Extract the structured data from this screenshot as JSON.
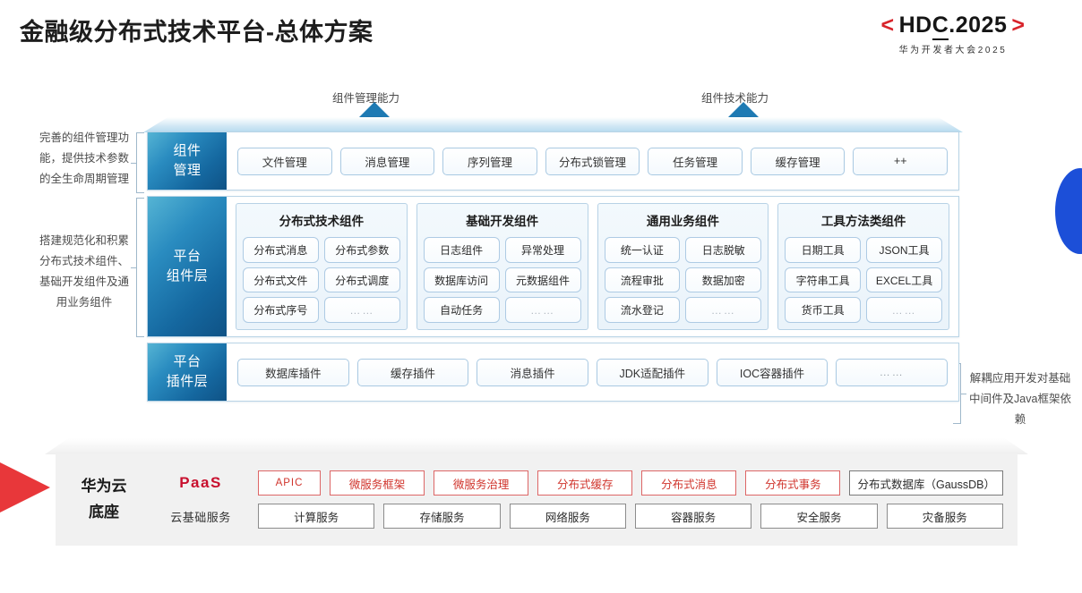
{
  "header": {
    "title": "金融级分布式技术平台-总体方案",
    "logo_bracket_left": "<",
    "logo_bracket_right": ">",
    "logo_main_a": "HD",
    "logo_main_c": "C",
    "logo_main_b": ".2025",
    "logo_sub": "华为开发者大会2025"
  },
  "arrows": [
    {
      "label": "组件管理能力",
      "name": "component-management-capability"
    },
    {
      "label": "组件技术能力",
      "name": "component-technology-capability"
    }
  ],
  "notes": {
    "left_1": "完善的组件管理功能，提供技术参数的全生命周期管理",
    "left_2": "搭建规范化和积累分布式技术组件、基础开发组件及通用业务组件",
    "right_1": "解耦应用开发对基础中间件及Java框架依赖"
  },
  "layers": [
    {
      "tag_line1": "组件",
      "tag_line2": "管理",
      "chips": [
        "文件管理",
        "消息管理",
        "序列管理",
        "分布式锁管理",
        "任务管理",
        "缓存管理",
        "++"
      ]
    },
    {
      "tag_line1": "平台",
      "tag_line2": "组件层",
      "groups": [
        {
          "title": "分布式技术组件",
          "rows": [
            [
              "分布式消息",
              "分布式参数"
            ],
            [
              "分布式文件",
              "分布式调度"
            ],
            [
              "分布式序号",
              "……"
            ]
          ]
        },
        {
          "title": "基础开发组件",
          "rows": [
            [
              "日志组件",
              "异常处理"
            ],
            [
              "数据库访问",
              "元数据组件"
            ],
            [
              "自动任务",
              "……"
            ]
          ]
        },
        {
          "title": "通用业务组件",
          "rows": [
            [
              "统一认证",
              "日志脱敏"
            ],
            [
              "流程审批",
              "数据加密"
            ],
            [
              "流水登记",
              "……"
            ]
          ]
        },
        {
          "title": "工具方法类组件",
          "rows": [
            [
              "日期工具",
              "JSON工具"
            ],
            [
              "字符串工具",
              "EXCEL工具"
            ],
            [
              "货币工具",
              "……"
            ]
          ]
        }
      ]
    },
    {
      "tag_line1": "平台",
      "tag_line2": "插件层",
      "chips": [
        "数据库插件",
        "缓存插件",
        "消息插件",
        "JDK适配插件",
        "IOC容器插件",
        "……"
      ]
    }
  ],
  "paas": {
    "left_line1": "华为云",
    "left_line2": "底座",
    "row1_label": "PaaS",
    "row2_label": "云基础服务",
    "row1_items": [
      "APIC",
      "微服务框架",
      "微服务治理",
      "分布式缓存",
      "分布式消息",
      "分布式事务",
      "分布式数据库（GaussDB）"
    ],
    "row2_items": [
      "计算服务",
      "存储服务",
      "网络服务",
      "容器服务",
      "安全服务",
      "灾备服务"
    ]
  },
  "colors": {
    "brand_red": "#d8232a",
    "paas_red": "#c8102e",
    "layer_blue_dark": "#0f5285",
    "layer_blue_light": "#55b4d4",
    "accent_blue": "#1c4fd8"
  }
}
